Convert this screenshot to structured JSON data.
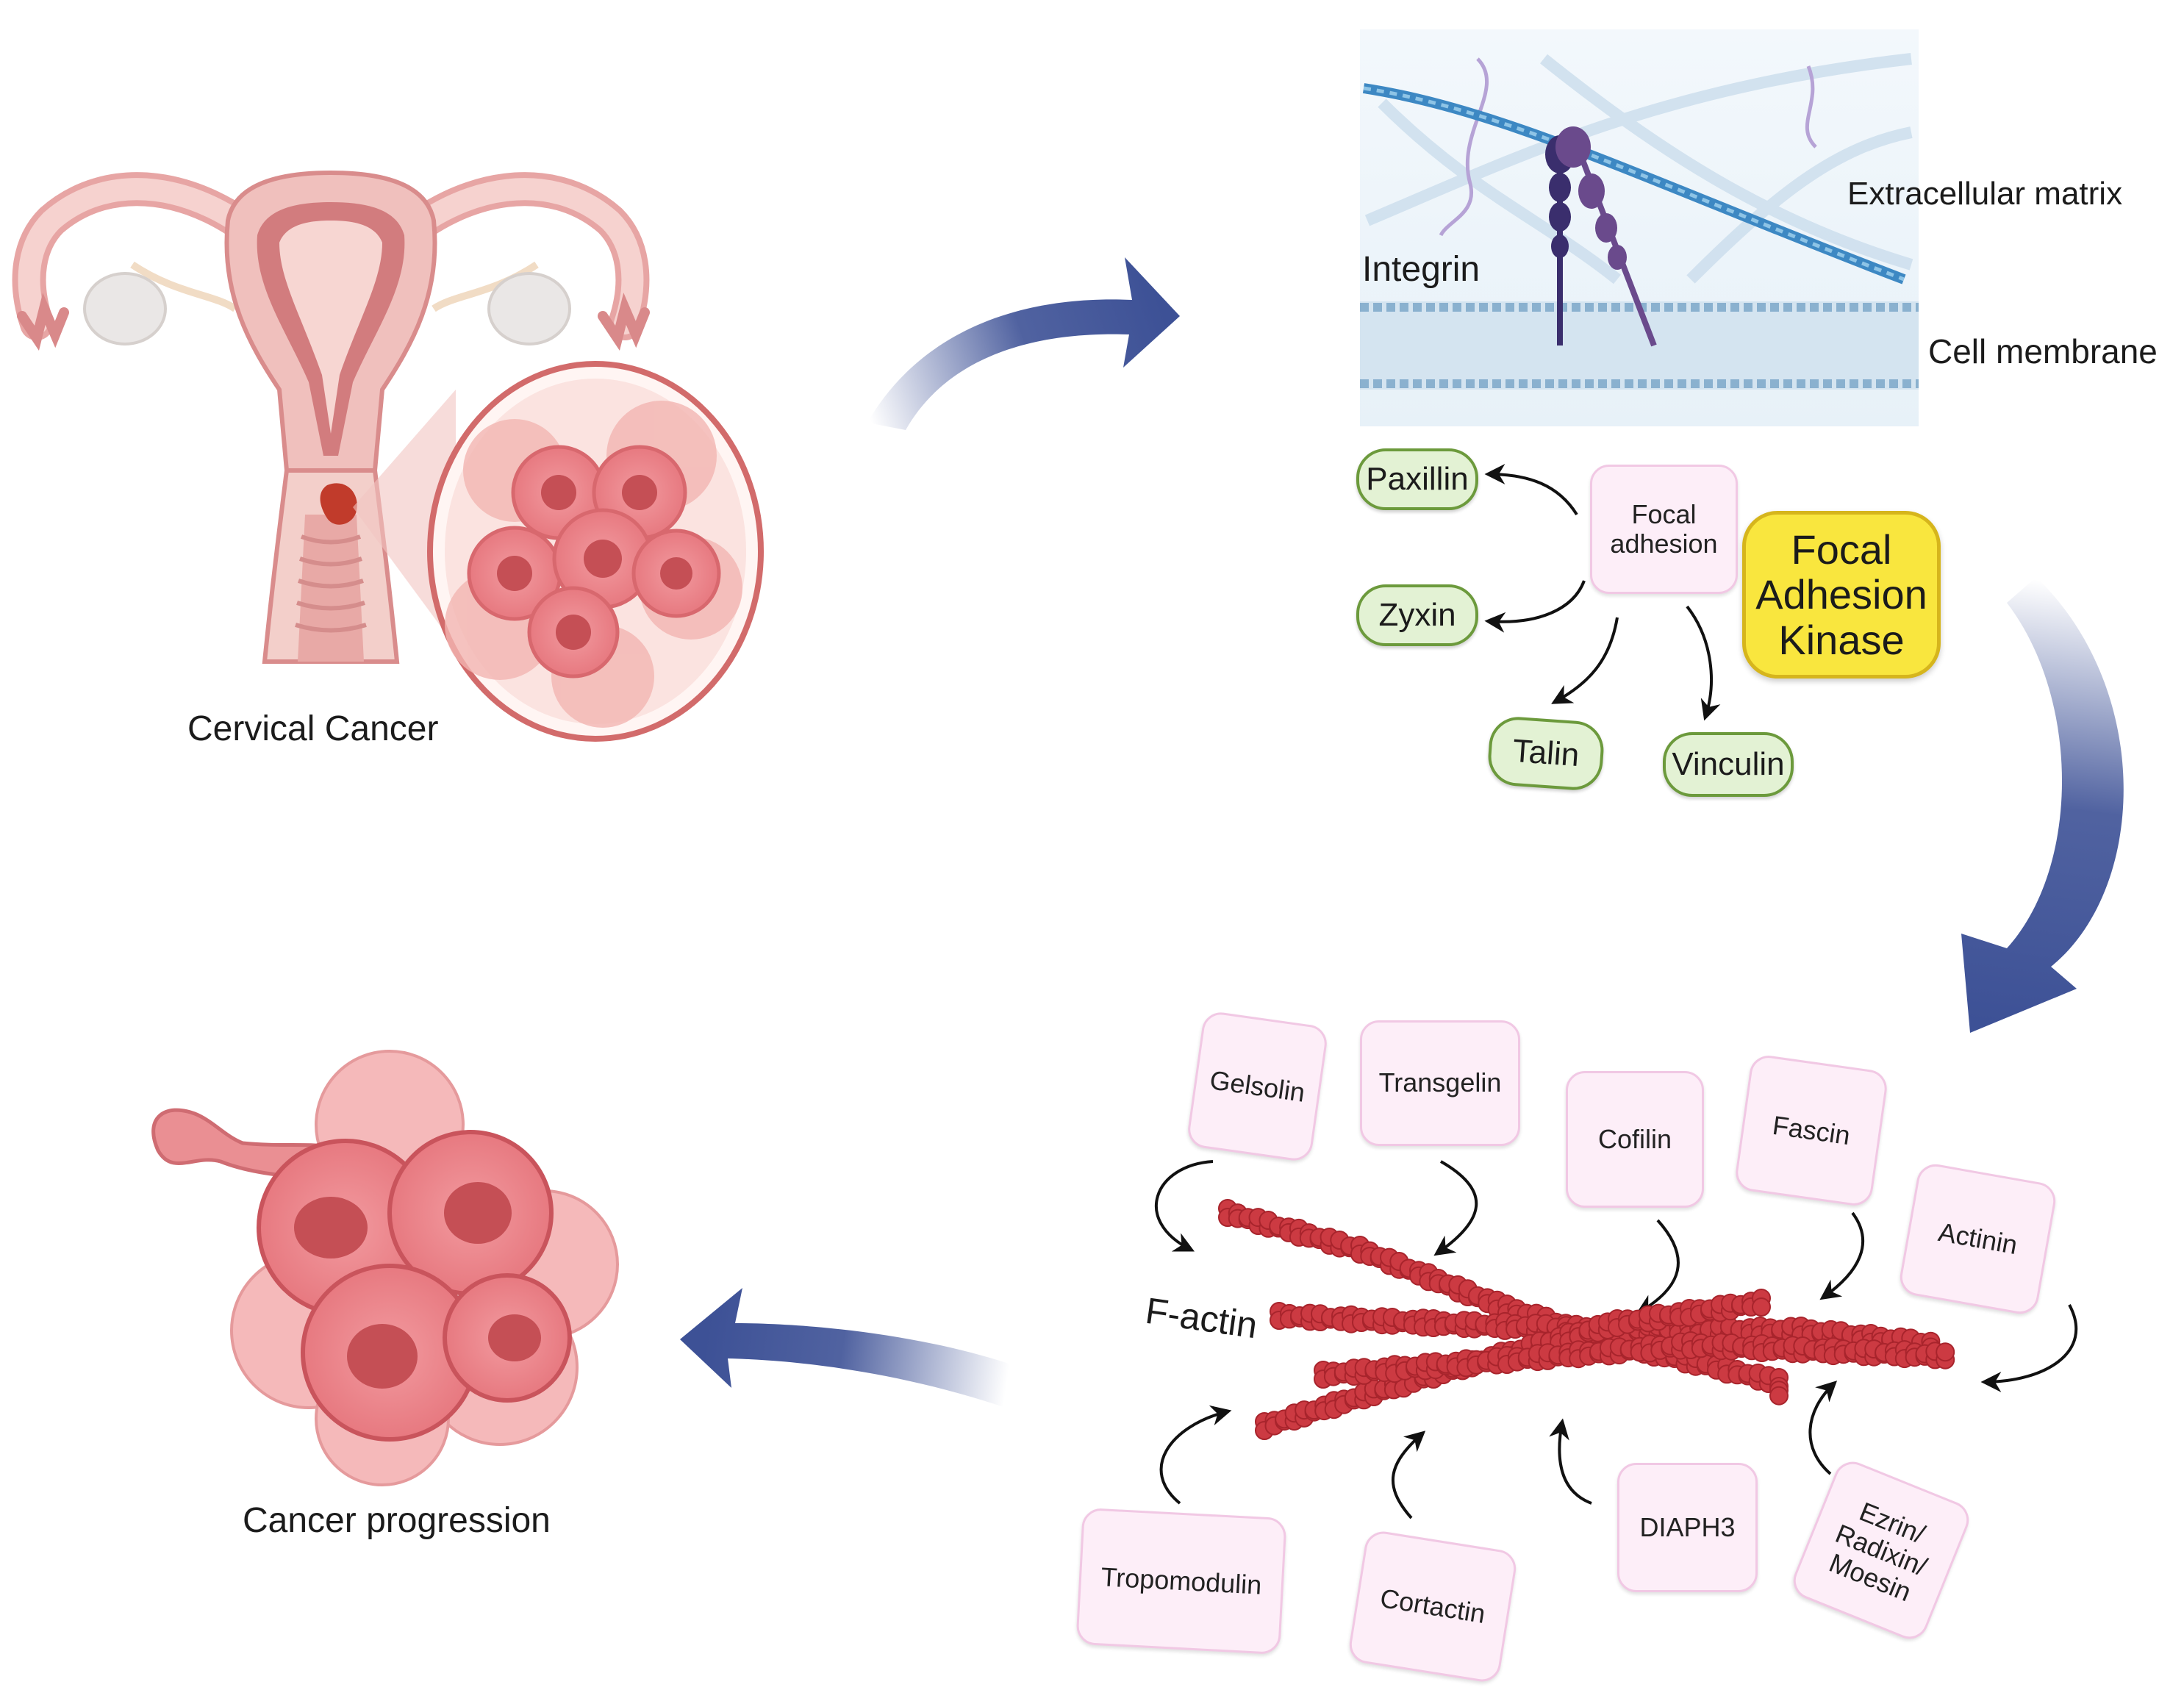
{
  "labels": {
    "cervical_cancer": "Cervical Cancer",
    "cancer_progression": "Cancer progression",
    "extracellular_matrix": "Extracellular matrix",
    "integrin": "Integrin",
    "cell_membrane": "Cell membrane",
    "f_actin": "F-actin"
  },
  "focal_adhesion": {
    "center_line1": "Focal",
    "center_line2": "adhesion",
    "kinase_line1": "Focal",
    "kinase_line2": "Adhesion",
    "kinase_line3": "Kinase",
    "proteins": [
      "Paxillin",
      "Zyxin",
      "Talin",
      "Vinculin"
    ]
  },
  "actin_binding_proteins": {
    "top": [
      "Gelsolin",
      "Transgelin",
      "Cofilin",
      "Fascin",
      "Actinin"
    ],
    "bottom": [
      "Tropomodulin",
      "Cortactin",
      "DIAPH3"
    ],
    "erm_line1": "Ezrin/",
    "erm_line2": "Radixin/",
    "erm_line3": "Moesin"
  },
  "colors": {
    "flow_arrow": "#3d5196",
    "green_fill": "#e3f2d4",
    "green_border": "#6c9a3c",
    "pink_fill": "#fdeef8",
    "kinase_fill": "#f9e63e",
    "actin": "#cc3a42"
  }
}
